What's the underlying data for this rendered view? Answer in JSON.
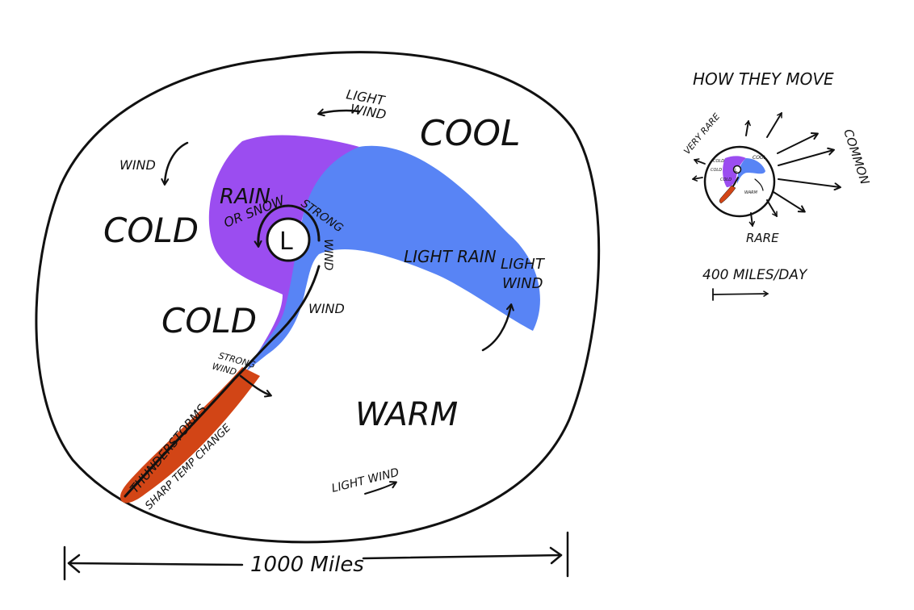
{
  "diagram": {
    "colors": {
      "ink": "#111111",
      "rain_purple": "#9b4df0",
      "light_rain_blue": "#5884f5",
      "thunderstorm_red": "#d24516",
      "background": "#ffffff"
    },
    "storm": {
      "cool": "COOL",
      "cold_upper": "COLD",
      "cold_lower": "COLD",
      "warm": "WARM",
      "wind_top": "WIND",
      "light_wind_top_1": "LIGHT",
      "light_wind_top_2": "WIND",
      "rain_1": "RAIN",
      "rain_2": "OR SNOW",
      "strong_wind_arc_1": "STRONG",
      "strong_wind_arc_2": "WIND",
      "low_center": "L",
      "light_rain": "LIGHT RAIN",
      "light_wind_right_1": "LIGHT",
      "light_wind_right_2": "WIND",
      "wind_front": "WIND",
      "strong_wind_front_1": "STRONG",
      "strong_wind_front_2": "WIND",
      "thunderstorms": "THUNDERSTORMS",
      "sharp_temp_change": "SHARP TEMP CHANGE",
      "light_wind_bottom": "LIGHT WIND",
      "scale": "1000 Miles"
    },
    "inset": {
      "title": "HOW THEY MOVE",
      "very_rare": "VERY RARE",
      "common": "COMMON",
      "rare": "RARE",
      "speed": "400 MILES/DAY",
      "mini_cool": "COOL",
      "mini_cold_1": "COLD",
      "mini_cold_2": "COLD",
      "mini_cold_3": "COLD",
      "mini_warm": "WARM",
      "mini_l": "L"
    }
  }
}
